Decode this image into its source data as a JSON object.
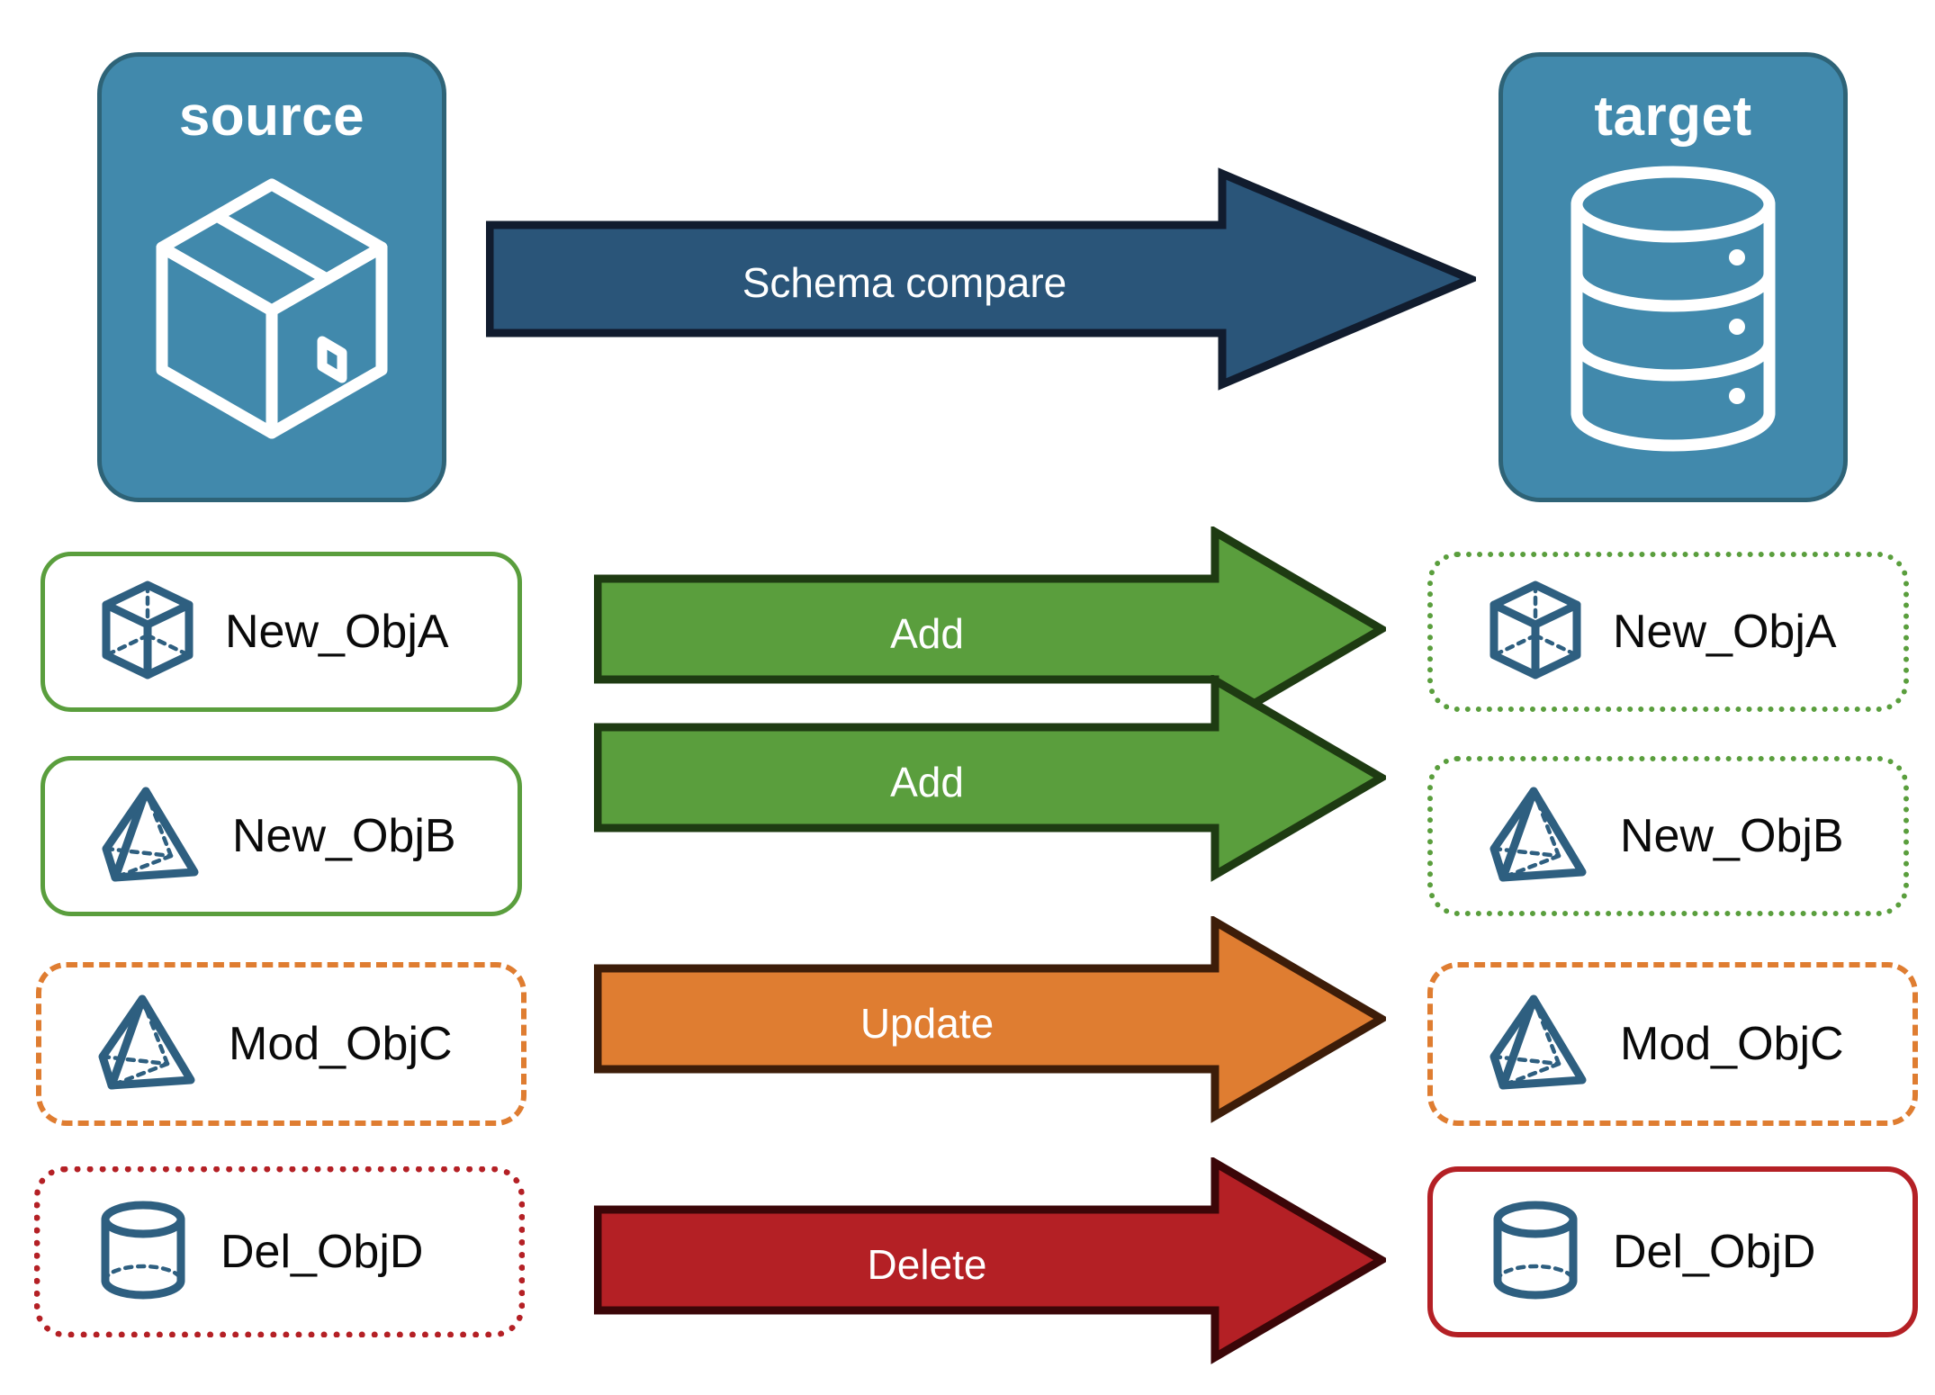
{
  "diagram": {
    "title": "Schema compare source to target",
    "endpoints": {
      "source": {
        "label": "source",
        "icon": "box-3d-icon"
      },
      "target": {
        "label": "target",
        "icon": "database-cylinder-icon"
      }
    },
    "main_arrow": {
      "label": "Schema compare",
      "fill": "#2A5579",
      "stroke": "#111C2E"
    },
    "rows": [
      {
        "source_object": "New_ObjA",
        "source_icon": "wireframe-cube-icon",
        "source_border_style": "solid",
        "source_border_color": "#5A9E3D",
        "action": "Add",
        "action_fill": "#5A9E3D",
        "action_stroke": "#1E3B12",
        "target_object": "New_ObjA",
        "target_icon": "wireframe-cube-icon",
        "target_border_style": "dotted",
        "target_border_color": "#5A9E3D"
      },
      {
        "source_object": "New_ObjB",
        "source_icon": "wireframe-pyramid-icon",
        "source_border_style": "solid",
        "source_border_color": "#5A9E3D",
        "action": "Add",
        "action_fill": "#5A9E3D",
        "action_stroke": "#1E3B12",
        "target_object": "New_ObjB",
        "target_icon": "wireframe-pyramid-icon",
        "target_border_style": "dotted",
        "target_border_color": "#5A9E3D"
      },
      {
        "source_object": "Mod_ObjC",
        "source_icon": "wireframe-pyramid-icon",
        "source_border_style": "dashed",
        "source_border_color": "#DF7D31",
        "action": "Update",
        "action_fill": "#DF7D31",
        "action_stroke": "#3D1D09",
        "target_object": "Mod_ObjC",
        "target_icon": "wireframe-pyramid-icon",
        "target_border_style": "dashed",
        "target_border_color": "#DF7D31"
      },
      {
        "source_object": "Del_ObjD",
        "source_icon": "wireframe-cylinder-icon",
        "source_border_style": "dotted",
        "source_border_color": "#B42025",
        "action": "Delete",
        "action_fill": "#B42025",
        "action_stroke": "#3B0608",
        "target_object": "Del_ObjD",
        "target_icon": "wireframe-cylinder-icon",
        "target_border_style": "solid",
        "target_border_color": "#B42025"
      }
    ],
    "colors": {
      "endpoint_fill": "#4189AC",
      "endpoint_stroke": "#2E6377",
      "icon_blue": "#2E5F80",
      "green": "#5A9E3D",
      "orange": "#DF7D31",
      "red": "#B42025",
      "navy": "#2A5579"
    }
  }
}
